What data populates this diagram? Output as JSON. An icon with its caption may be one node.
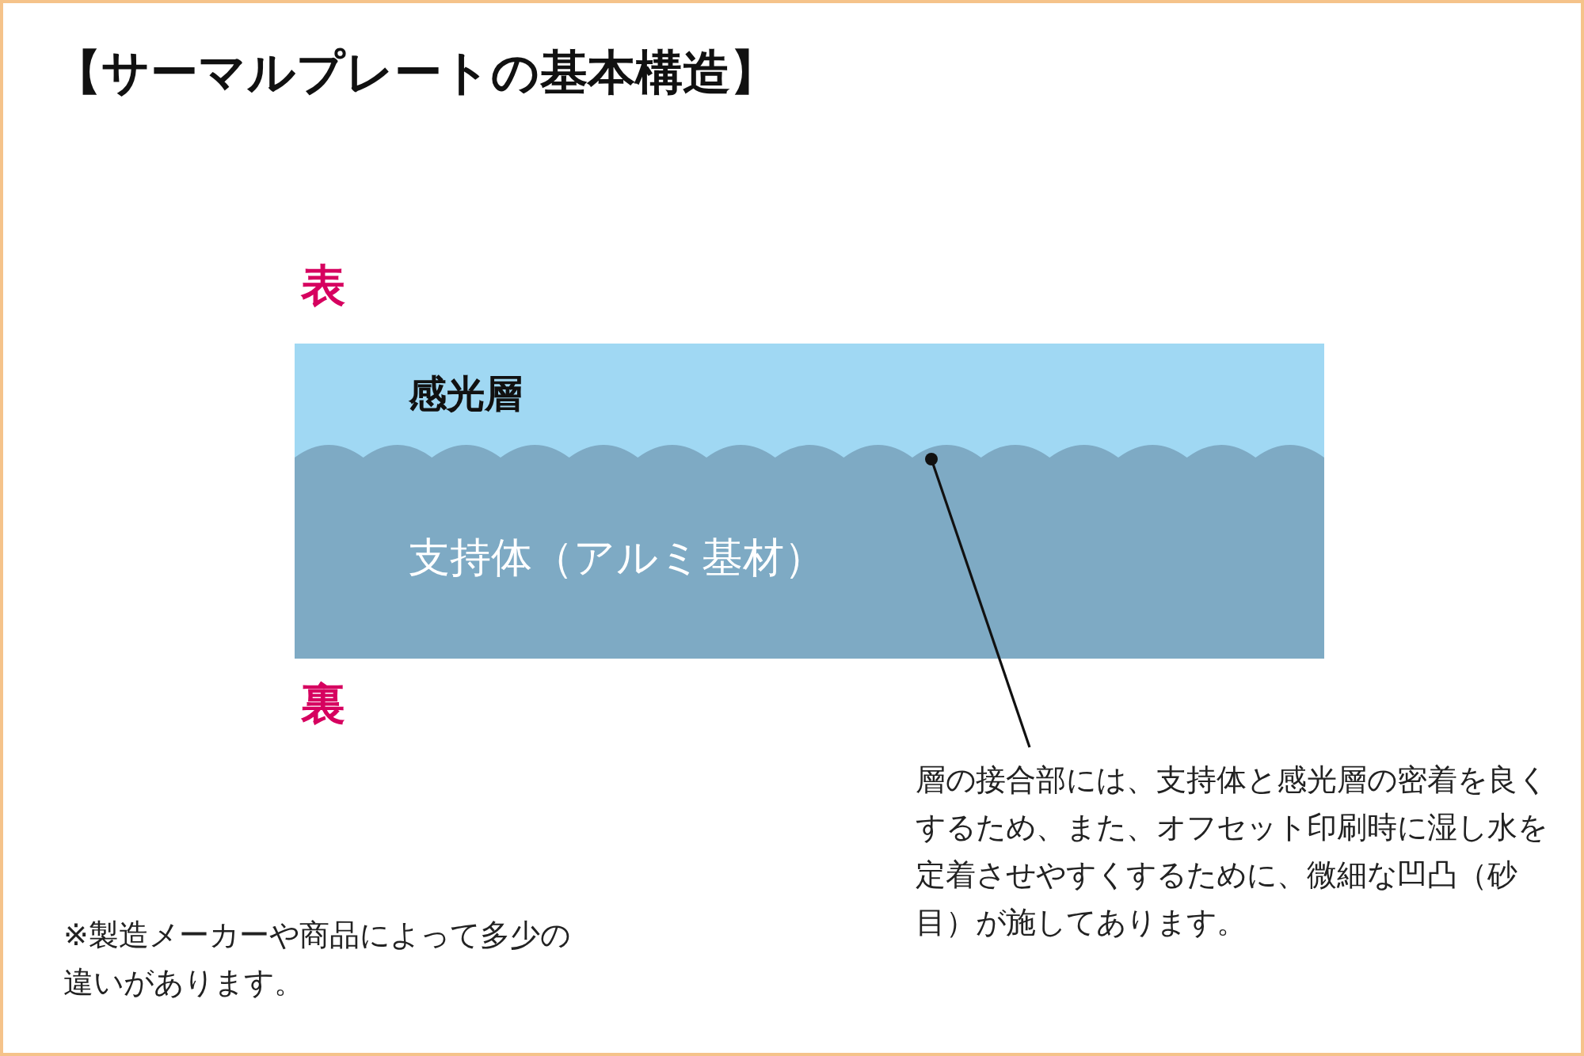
{
  "diagram": {
    "title": "【サーマルプレートの基本構造】",
    "nodes": [
      {
        "text": [
          "感光層"
        ]
      },
      {
        "text": [
          "支持体（アルミ基材）"
        ]
      },
      {
        "text": [
          "層の接合部には、支持体と感光層の密着を良くするため、また、オフセット印刷時に湿し水を定着させやすくするために、微細な凹凸（砂目）が施してあります。"
        ]
      }
    ],
    "edges": [
      {
        "from": 2,
        "to": 1,
        "arrow": "other"
      }
    ],
    "labels": [
      "表",
      "裏",
      "※製造メーカーや商品によって多少の違いがあります。"
    ]
  }
}
